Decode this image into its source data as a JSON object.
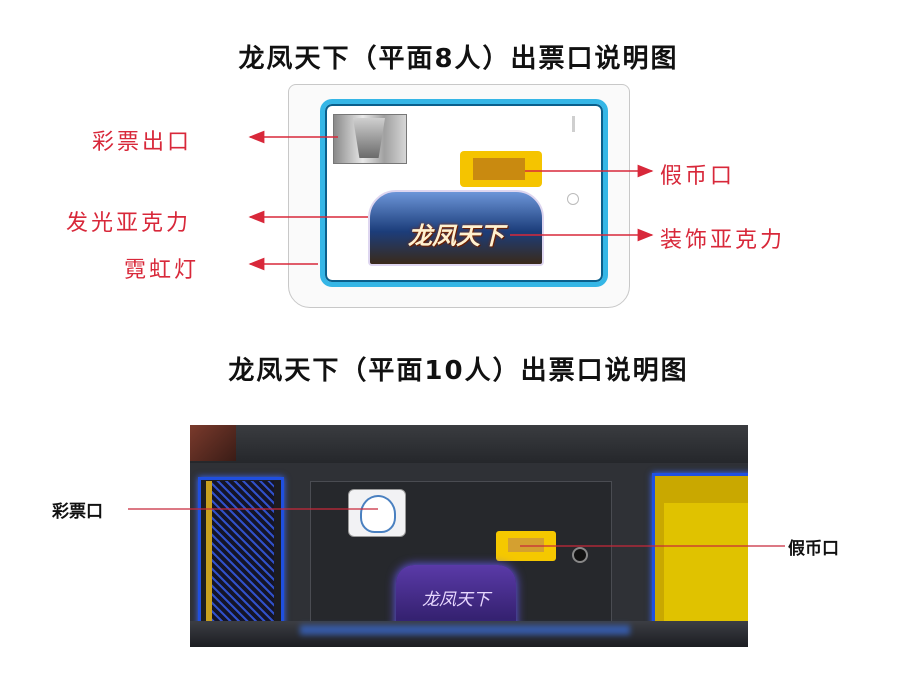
{
  "section1": {
    "title": "龙凤天下（平面8人）出票口说明图",
    "labels": {
      "ticket_outlet": "彩票出口",
      "fake_coin": "假币口",
      "glow_acrylic": "发光亚克力",
      "deco_acrylic": "装饰亚克力",
      "neon_light": "霓虹灯"
    },
    "logo_text": "龙凤天下"
  },
  "section2": {
    "title": "龙凤天下（平面10人）出票口说明图",
    "labels": {
      "ticket_outlet": "彩票口",
      "fake_coin": "假币口"
    },
    "logo_text": "龙凤天下"
  },
  "colors": {
    "label_red": "#d8283a",
    "neon_blue": "#35b6e6",
    "coin_yellow": "#f5c400"
  }
}
